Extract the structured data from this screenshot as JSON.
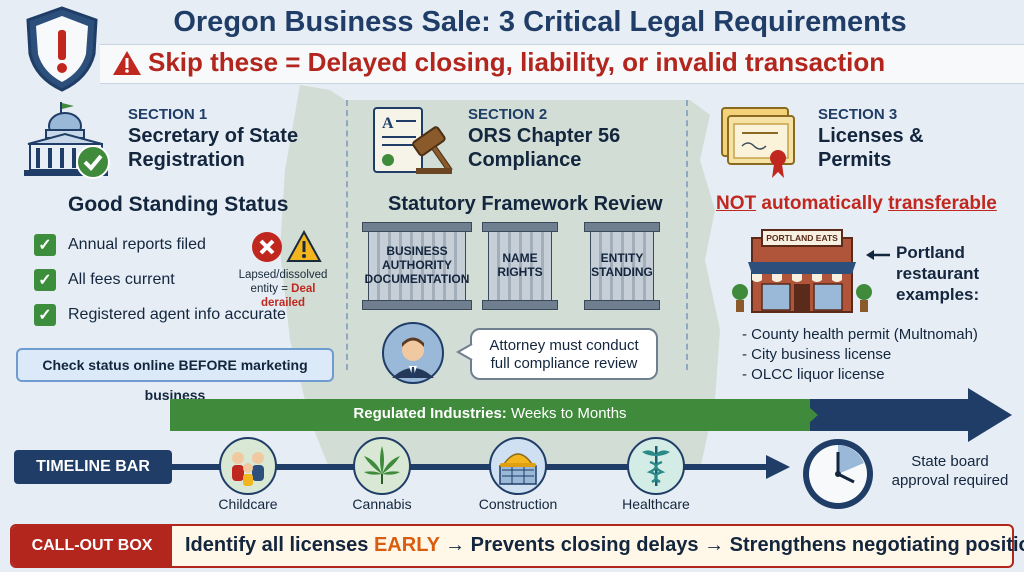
{
  "header": {
    "title": "Oregon Business Sale: 3 Critical Legal Requirements",
    "warning": "Skip these = Delayed closing, liability, or invalid transaction"
  },
  "section1": {
    "label": "SECTION 1",
    "title_line1": "Secretary of State",
    "title_line2": "Registration",
    "subhead": "Good Standing Status",
    "checks": [
      "Annual reports filed",
      "All fees current",
      "Registered agent info accurate"
    ],
    "lapsed_text": "Lapsed/dissolved",
    "lapsed_text2": "entity = ",
    "deal_derailed": "Deal derailed",
    "button": "Check status online BEFORE marketing business"
  },
  "section2": {
    "label": "SECTION 2",
    "title_line1": "ORS Chapter 56",
    "title_line2": "Compliance",
    "subhead": "Statutory Framework Review",
    "pillars": [
      [
        "BUSINESS",
        "AUTHORITY",
        "DOCUMENTATION"
      ],
      [
        "NAME",
        "RIGHTS"
      ],
      [
        "ENTITY",
        "STANDING"
      ]
    ],
    "bubble_line1": "Attorney must conduct",
    "bubble_line2": "full compliance review"
  },
  "section3": {
    "label": "SECTION 3",
    "title_line1": "Licenses &",
    "title_line2": "Permits",
    "sub_not": "NOT",
    "sub_mid": " automatically ",
    "sub_transfer": "transferable",
    "sign": "PORTLAND EATS",
    "examples_line1": "Portland",
    "examples_line2": "restaurant",
    "examples_line3": "examples:",
    "examples": [
      "- County health permit (Multnomah)",
      "- City business license",
      "- OLCC liquor license"
    ]
  },
  "timeline": {
    "regulated_bold": "Regulated Industries:",
    "regulated_rest": " Weeks to Months",
    "label": "TIMELINE BAR",
    "industries": [
      "Childcare",
      "Cannabis",
      "Construction",
      "Healthcare"
    ],
    "state_board_line1": "State board",
    "state_board_line2": "approval required"
  },
  "callout": {
    "label": "CALL-OUT BOX",
    "text_pre": "Identify all licenses ",
    "text_early": "EARLY",
    "text_post": " → Prevents closing delays → Strengthens negotiating position"
  },
  "colors": {
    "navy": "#1f3d66",
    "red": "#b3261e",
    "green": "#3f8a3b",
    "orange": "#d95d0f"
  }
}
